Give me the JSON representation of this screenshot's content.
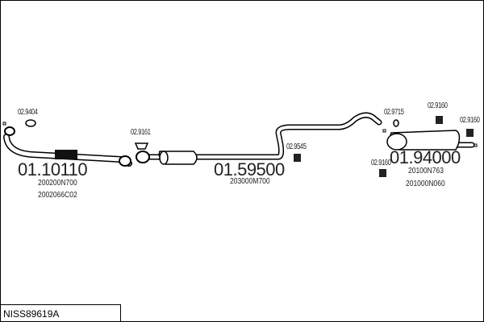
{
  "title": "NISS89619A",
  "parts": [
    {
      "number": "01.10110",
      "refs": [
        "200200N700",
        "2002066C02"
      ]
    },
    {
      "number": "01.59500",
      "refs": [
        "203000M700"
      ]
    },
    {
      "number": "01.94000",
      "refs": [
        "20100N763",
        "201000N060"
      ]
    }
  ],
  "accessories": [
    "02.9404",
    "02.9161",
    "02.9545",
    "02.9715",
    "02.9160",
    "02.9160",
    "02.9160"
  ]
}
